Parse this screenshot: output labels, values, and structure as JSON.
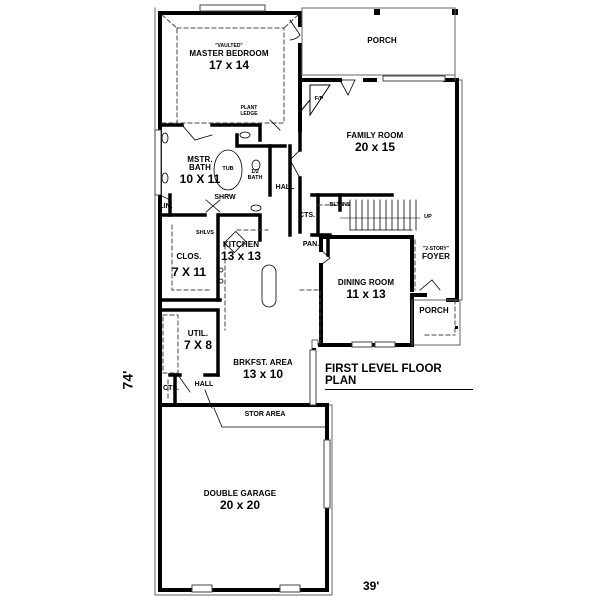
{
  "plan": {
    "title": "FIRST LEVEL FLOOR PLAN",
    "overall_depth": "74'",
    "overall_width": "39'"
  },
  "rooms": {
    "master_bedroom": {
      "note": "\"VAULTED\"",
      "name": "MASTER BEDROOM",
      "dim": "17 x 14"
    },
    "porch_rear": {
      "name": "PORCH"
    },
    "plant_ledge": {
      "line1": "PLANT",
      "line2": "LEDGE"
    },
    "fireplace": {
      "name": "F/P"
    },
    "family_room": {
      "name": "FAMILY ROOM",
      "dim": "20 x 15"
    },
    "master_bath": {
      "line1": "MSTR.",
      "line2": "BATH",
      "dim": "10 X 11"
    },
    "tub": {
      "name": "TUB"
    },
    "half_bath": {
      "line1": "1/2",
      "line2": "BATH"
    },
    "hall_upper": {
      "name": "HALL"
    },
    "shower": {
      "name": "SHRW"
    },
    "linen": {
      "name": "LIN."
    },
    "built_ins": {
      "name": "BLT-INS"
    },
    "closets_upper": {
      "name": "CTS."
    },
    "stairs_up": {
      "name": "UP"
    },
    "shelves": {
      "name": "SHLVS"
    },
    "pantry": {
      "name": "PAN."
    },
    "closet": {
      "name": "CLOS.",
      "dim": "7 X 11"
    },
    "kitchen": {
      "name": "KITCHEN",
      "dim": "13 x 13"
    },
    "foyer": {
      "note": "\"2-STORY\"",
      "name": "FOYER"
    },
    "dining_room": {
      "name": "DINING ROOM",
      "dim": "11 x 13"
    },
    "porch_front": {
      "name": "PORCH"
    },
    "utility": {
      "name": "UTIL.",
      "dim": "7 X 8"
    },
    "breakfast_area": {
      "name": "BRKFST. AREA",
      "dim": "13 x 10"
    },
    "closets_lower": {
      "name": "CTS."
    },
    "hall_lower": {
      "name": "HALL"
    },
    "storage_area": {
      "name": "STOR AREA"
    },
    "double_garage": {
      "name": "DOUBLE GARAGE",
      "dim": "20 x 20"
    }
  },
  "colors": {
    "wall": "#000000",
    "line": "#555555",
    "background": "#ffffff"
  }
}
